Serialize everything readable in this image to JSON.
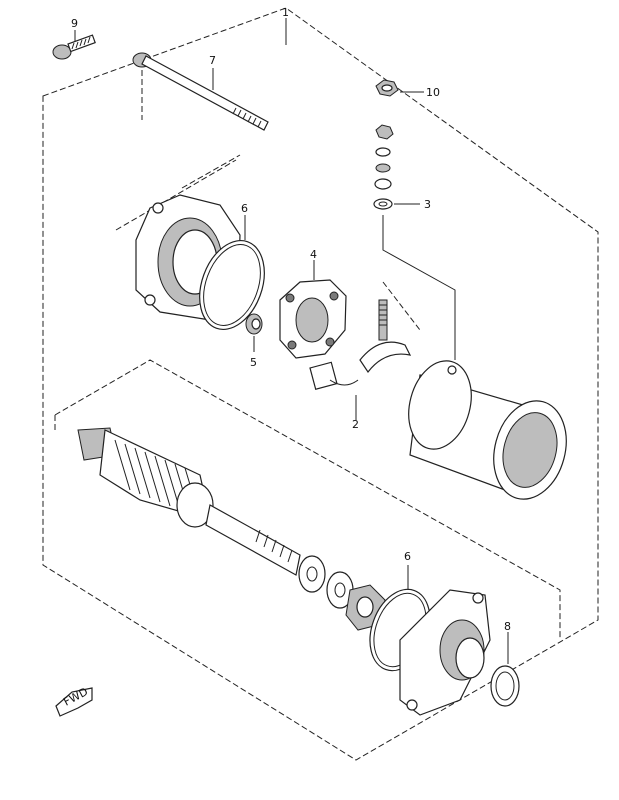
{
  "callouts": {
    "c1": "1",
    "c2": "2",
    "c3": "3",
    "c4": "4",
    "c5": "5",
    "c6_top": "6",
    "c6_bottom": "6",
    "c7": "7",
    "c8": "8",
    "c9": "9",
    "c10": "10"
  },
  "fwd_mark": "FWD",
  "colors": {
    "line": "#222222",
    "shade": "#bdbdbd",
    "dark": "#7a7a7a",
    "background": "#ffffff"
  }
}
